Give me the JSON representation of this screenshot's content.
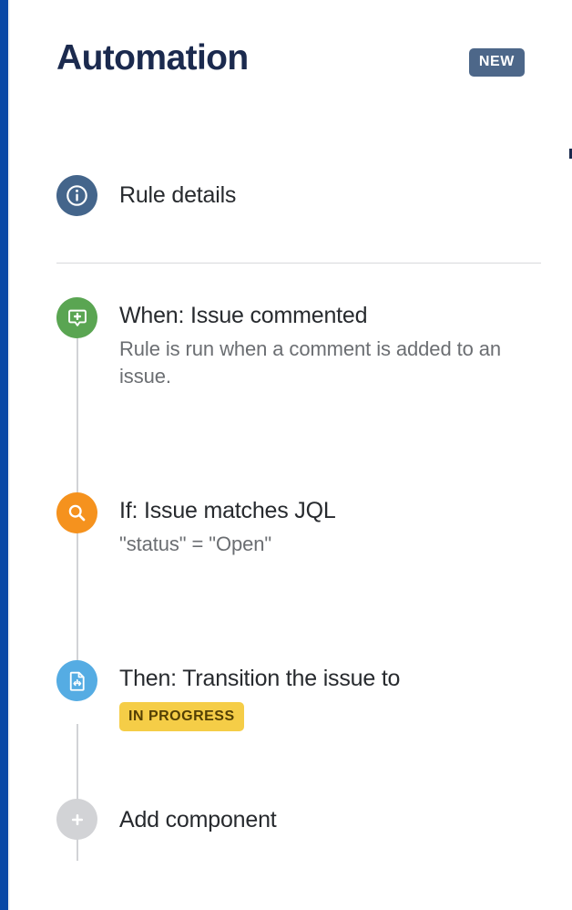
{
  "window": {
    "accent_rail_color": "#0747A6",
    "background": "#ffffff"
  },
  "header": {
    "title": "Automation",
    "title_color": "#1B2A4E",
    "badge": {
      "label": "NEW",
      "background": "#4D6789",
      "text_color": "#ffffff"
    }
  },
  "rule_details": {
    "label": "Rule details",
    "icon": "info-circle-icon",
    "icon_color": "#44658B"
  },
  "timeline": {
    "items": [
      {
        "id": "when",
        "title": "When: Issue commented",
        "description": "Rule is run when a comment is added to an issue.",
        "icon": "comment-add-icon",
        "icon_color": "#5AA552"
      },
      {
        "id": "if",
        "title": "If: Issue matches JQL",
        "description": "\"status\" = \"Open\"",
        "icon": "search-icon",
        "icon_color": "#F5921E"
      },
      {
        "id": "then",
        "title": "Then: Transition the issue to",
        "status_lozenge": {
          "label": "IN PROGRESS",
          "background": "#F5CD47",
          "text_color": "#533F04"
        },
        "icon": "transition-document-icon",
        "icon_color": "#55ACE3"
      }
    ],
    "add_component": {
      "label": "Add component",
      "icon": "plus-icon",
      "icon_color": "#D2D3D6"
    }
  }
}
